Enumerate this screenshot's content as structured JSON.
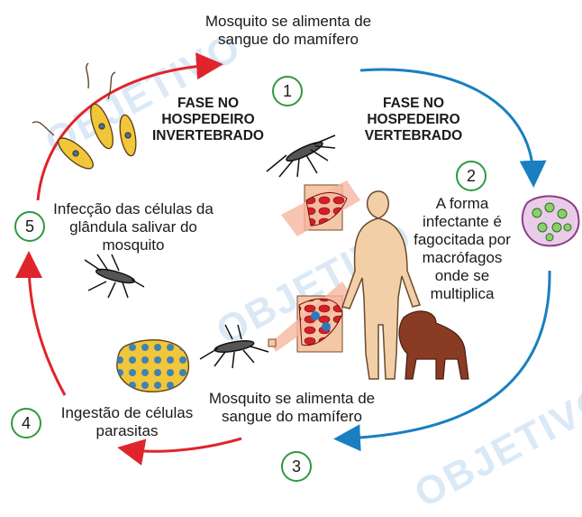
{
  "watermark": "OBJETIVO",
  "colors": {
    "blue_arrow": "#1a7fc1",
    "red_arrow": "#e0242c",
    "step_circle": "#2e9a3f"
  },
  "phases": {
    "invertebrate": "FASE NO HOSPEDEIRO INVERTEBRADO",
    "vertebrate": "FASE NO HOSPEDEIRO VERTEBRADO"
  },
  "steps": [
    {
      "number": "1",
      "text": "Mosquito se alimenta de sangue do mamífero"
    },
    {
      "number": "2",
      "text": "A forma infectante é fagocitada por macrófagos onde se multiplica"
    },
    {
      "number": "3",
      "text": "Mosquito se alimenta de sangue do mamífero"
    },
    {
      "number": "4",
      "text": "Ingestão de células parasitas"
    },
    {
      "number": "5",
      "text": "Infecção das células da glândula salivar do mosquito"
    }
  ]
}
